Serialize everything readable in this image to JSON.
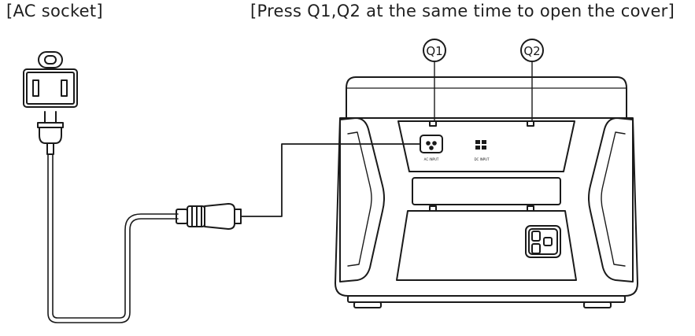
{
  "labels": {
    "ac_socket": "[AC socket]",
    "instruction": "[Press Q1,Q2 at the same time to open the cover]"
  },
  "callouts": {
    "q1": "Q1",
    "q2": "Q2"
  },
  "port_labels": {
    "ac_input": "AC INPUT",
    "dc_input": "DC INPUT"
  },
  "colors": {
    "line": "#1a1a1a",
    "background": "#ffffff"
  }
}
